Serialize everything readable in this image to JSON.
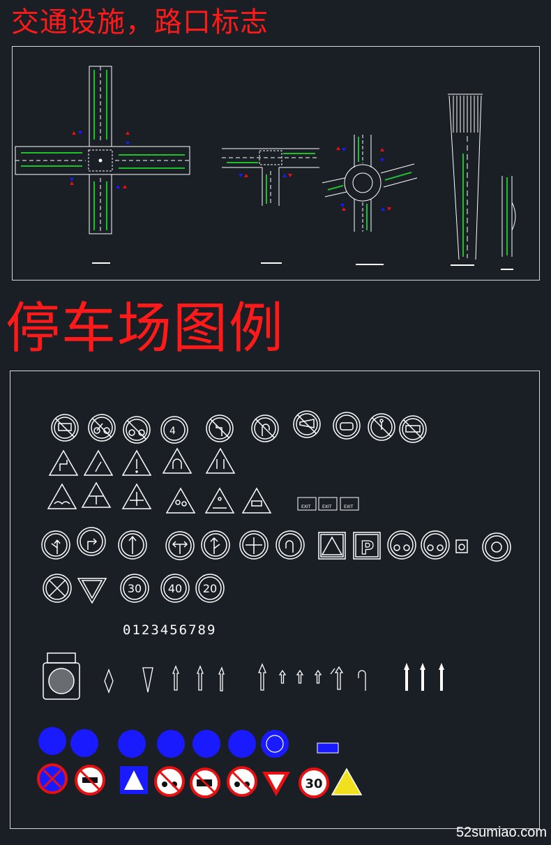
{
  "title_top": "交通设施，路口标志",
  "title_parking": "停车场图例",
  "digits": "0123456789",
  "speed_limits": [
    "30",
    "40",
    "20"
  ],
  "speed_limit_red": "30",
  "parking_letter": "P",
  "exit_labels": [
    "EXIT",
    "EXIT",
    "EXIT"
  ],
  "watermark": "52sumiao.com",
  "colors": {
    "background": "#1a1f26",
    "title": "#ff1a1a",
    "line": "#ffffff",
    "green": "#1fbf2f",
    "blue": "#1a1aff",
    "red": "#e81010",
    "yellow": "#f0e020"
  }
}
